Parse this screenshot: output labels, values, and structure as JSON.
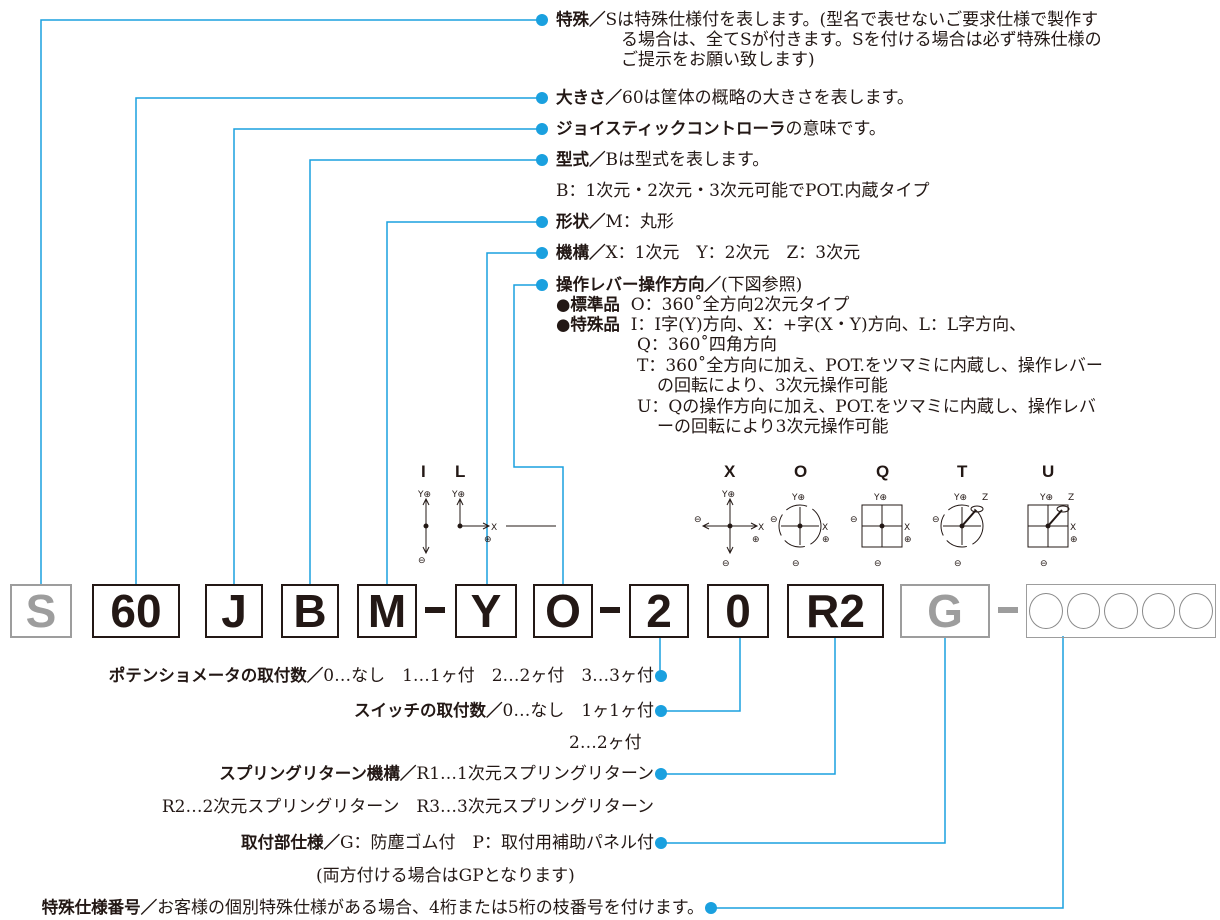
{
  "top_labels": {
    "special": {
      "title": "特殊／",
      "line1": "Sは特殊仕様付を表します。(型名で表せないご要求仕様で製作す",
      "line2": "る場合は、全てSが付きます。Sを付ける場合は必ず特殊仕様の",
      "line3": "ご提示をお願い致します)"
    },
    "size": {
      "title": "大きさ／",
      "text": "60は筐体の概略の大きさを表します。"
    },
    "joystick": {
      "title": "ジョイスティックコントローラ",
      "text": "の意味です。"
    },
    "model": {
      "title": "型式／",
      "text": "Bは型式を表します。",
      "sub": "B：1次元・2次元・3次元可能でPOT.内蔵タイプ"
    },
    "shape": {
      "title": "形状／",
      "text": "M：丸形"
    },
    "mechanism": {
      "title": "機構／",
      "text": "X：1次元　Y：2次元　Z：3次元"
    },
    "direction": {
      "title": "操作レバー操作方向／",
      "text": "(下図参照)",
      "std_label": "●標準品",
      "std_text": "O：360˚全方向2次元タイプ",
      "sp_label": "●特殊品",
      "sp1": "I：I字(Y)方向、X：+字(X・Y)方向、L：L字方向、",
      "sp2": "Q：360˚四角方向",
      "sp3": "T：360˚全方向に加え、POT.をツマミに内蔵し、操作レバー",
      "sp4": "の回転により、3次元操作可能",
      "sp5": "U：Qの操作方向に加え、POT.をツマミに内蔵し、操作レバ",
      "sp6": "ーの回転により3次元操作可能"
    }
  },
  "direction_icons": [
    "I",
    "L",
    "X",
    "O",
    "Q",
    "T",
    "U"
  ],
  "axis_marks": {
    "y": "Y⊕",
    "x": "X",
    "plus": "⊕",
    "minus": "⊖",
    "z": "Z"
  },
  "code_boxes": {
    "s": "S",
    "size": "60",
    "j": "J",
    "b": "B",
    "m": "M",
    "dash": "-",
    "y": "Y",
    "o": "O",
    "pot": "2",
    "sw": "0",
    "spring": "R2",
    "g": "G"
  },
  "bottom_labels": {
    "pot": {
      "title": "ポテンショメータの取付数／",
      "text": "0…なし　1…1ヶ付　2…2ヶ付　3…3ヶ付"
    },
    "switch": {
      "title": "スイッチの取付数／",
      "text": "0…なし　1ヶ1ヶ付",
      "sub": "2…2ヶ付"
    },
    "spring": {
      "title": "スプリングリターン機構／",
      "text": "R1…1次元スプリングリターン",
      "sub": "R2…2次元スプリングリターン　R3…3次元スプリングリターン"
    },
    "mount": {
      "title": "取付部仕様／",
      "text": "G：防塵ゴム付　P：取付用補助パネル付",
      "sub": "(両方付ける場合はGPとなります)"
    },
    "special_no": {
      "title": "特殊仕様番号／",
      "text": "お客様の個別特殊仕様がある場合、4桁または5桁の枝番号を付けます。"
    }
  },
  "colors": {
    "accent": "#1aa0df",
    "text": "#231815",
    "grey": "#9d9d9d"
  }
}
